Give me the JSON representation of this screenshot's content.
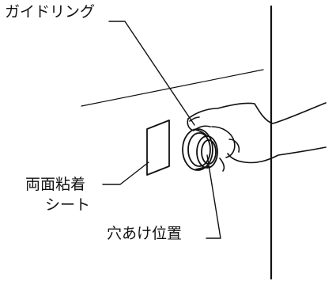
{
  "labels": {
    "guide_ring": "ガイドリング",
    "tape_line1": "両面粘着",
    "tape_line2": "シート",
    "hole_position": "穴あけ位置"
  }
}
